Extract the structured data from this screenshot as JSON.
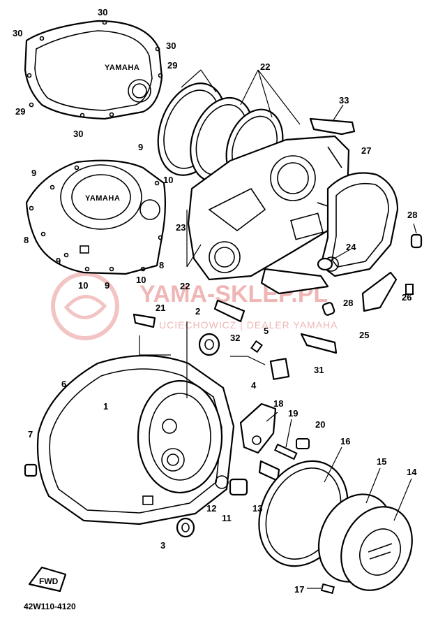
{
  "diagram": {
    "reference_code": "42W110-4120",
    "front_marker": "FWD",
    "cover_brand": "YAMAHA",
    "watermark": {
      "title": "YAMA-SKLEP.PL",
      "subtitle": "UCIECHOWICZ | DEALER YAMAHA",
      "color": "#f0b6b6"
    },
    "callouts": [
      {
        "number": "30"
      },
      {
        "number": "30"
      },
      {
        "number": "30"
      },
      {
        "number": "29"
      },
      {
        "number": "29"
      },
      {
        "number": "30"
      },
      {
        "number": "22"
      },
      {
        "number": "33"
      },
      {
        "number": "9"
      },
      {
        "number": "9"
      },
      {
        "number": "10"
      },
      {
        "number": "27"
      },
      {
        "number": "23"
      },
      {
        "number": "28"
      },
      {
        "number": "8"
      },
      {
        "number": "24"
      },
      {
        "number": "9"
      },
      {
        "number": "22"
      },
      {
        "number": "8"
      },
      {
        "number": "10"
      },
      {
        "number": "9"
      },
      {
        "number": "10"
      },
      {
        "number": "28"
      },
      {
        "number": "26"
      },
      {
        "number": "21"
      },
      {
        "number": "2"
      },
      {
        "number": "25"
      },
      {
        "number": "5"
      },
      {
        "number": "32"
      },
      {
        "number": "31"
      },
      {
        "number": "6"
      },
      {
        "number": "4"
      },
      {
        "number": "1"
      },
      {
        "number": "18"
      },
      {
        "number": "19"
      },
      {
        "number": "7"
      },
      {
        "number": "20"
      },
      {
        "number": "16"
      },
      {
        "number": "15"
      },
      {
        "number": "14"
      },
      {
        "number": "12"
      },
      {
        "number": "11"
      },
      {
        "number": "13"
      },
      {
        "number": "3"
      },
      {
        "number": "17"
      }
    ]
  }
}
